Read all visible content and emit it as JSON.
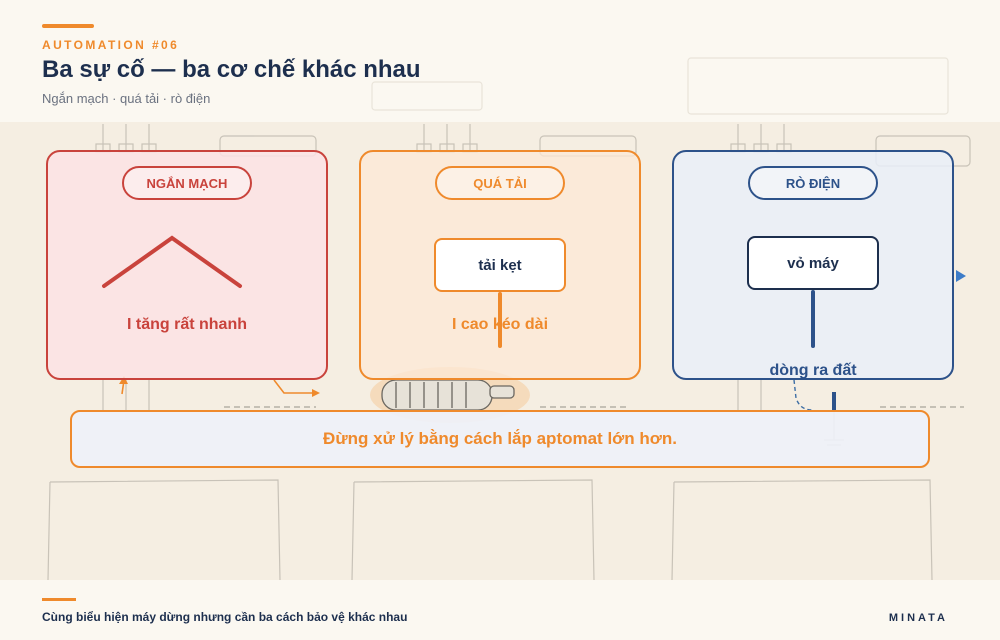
{
  "header": {
    "kicker": "AUTOMATION #06",
    "title": "Ba sự cố — ba cơ chế khác nhau",
    "subtitle": "Ngắn mạch · quá tải · rò điện"
  },
  "panels": [
    {
      "label": "NGẮN MẠCH",
      "caption": "I tăng rất nhanh",
      "color": "#c9433c"
    },
    {
      "label": "QUÁ TẢI",
      "box_text": "tải kẹt",
      "caption": "I cao kéo dài",
      "color": "#ef8a2c"
    },
    {
      "label": "RÒ ĐIỆN",
      "box_text": "vỏ máy",
      "caption": "dòng ra đất",
      "color": "#2d528a"
    }
  ],
  "warning": {
    "text": "Đừng xử lý bằng cách lắp aptomat lớn hơn."
  },
  "footer": {
    "caption": "Cùng biểu hiện máy dừng nhưng cần ba cách bảo vệ khác nhau",
    "brand": "MINATA"
  },
  "colors": {
    "accent": "#ef8a2c",
    "danger": "#c9433c",
    "navy": "#2d528a",
    "ink": "#1d2f4e"
  }
}
